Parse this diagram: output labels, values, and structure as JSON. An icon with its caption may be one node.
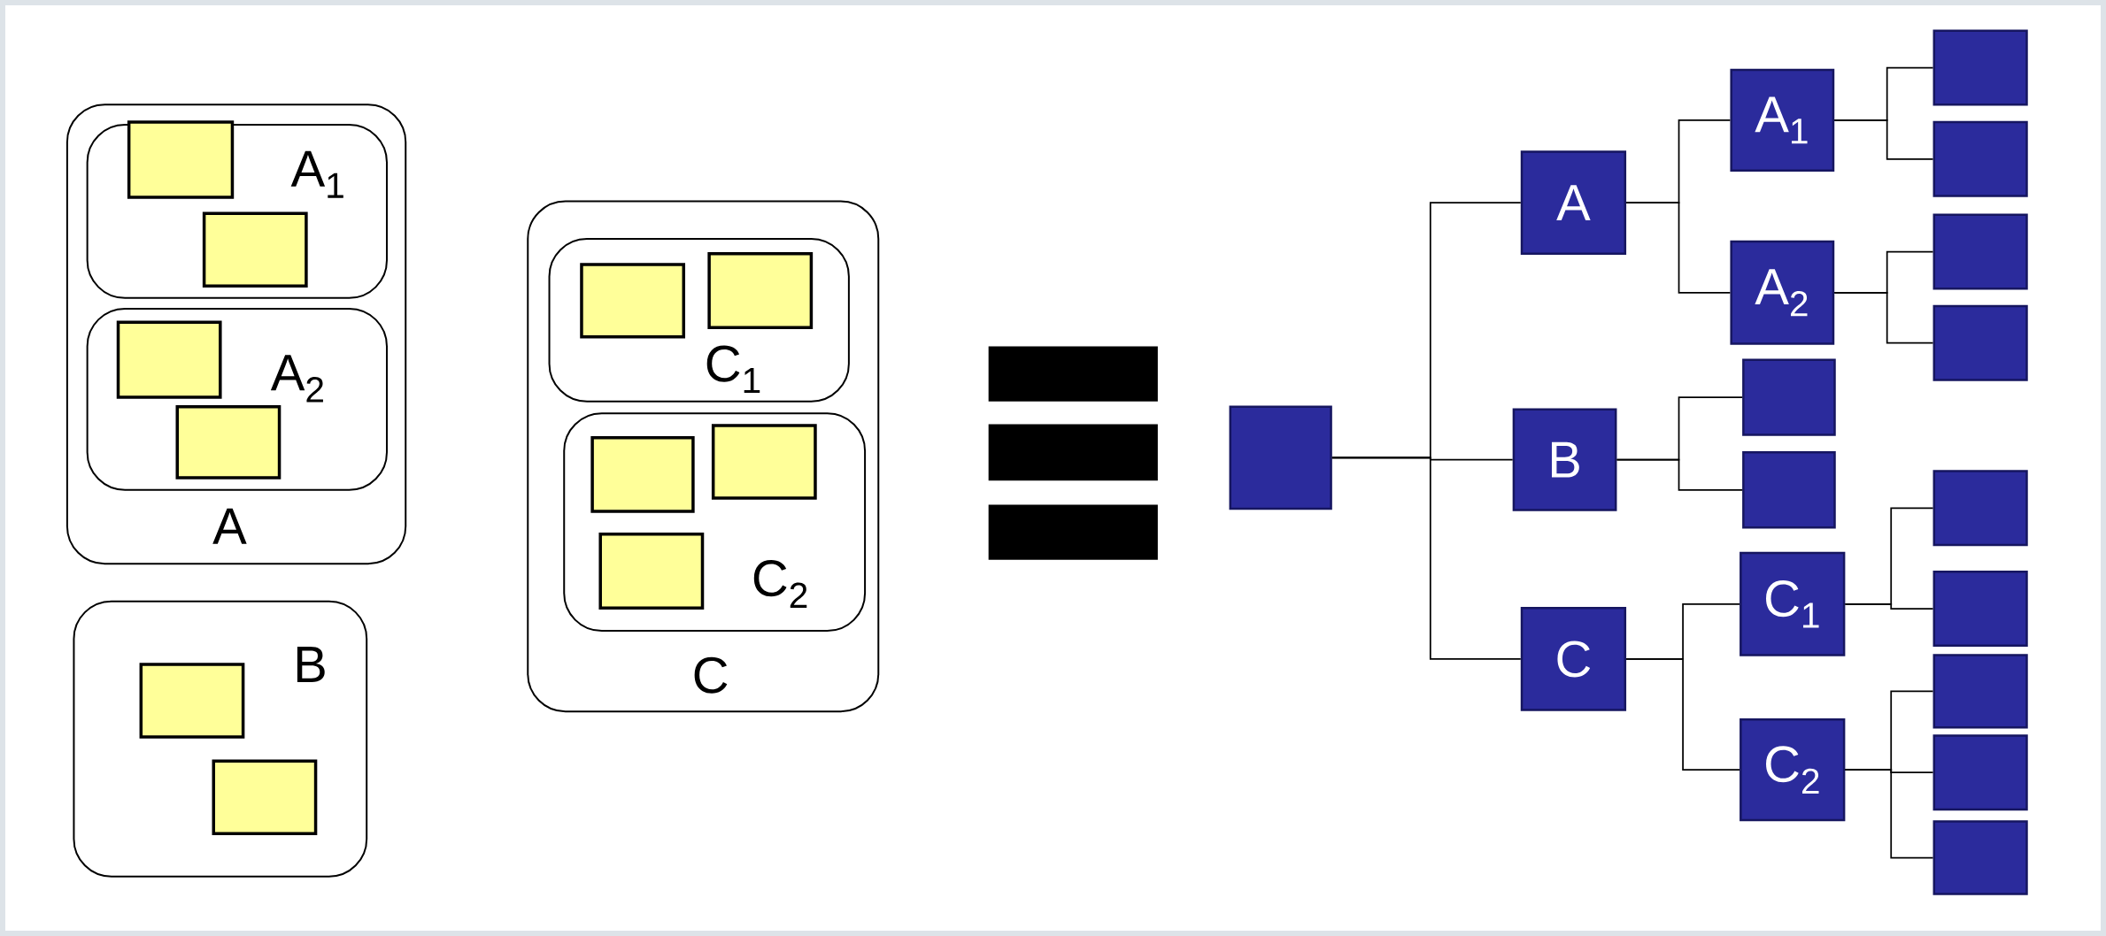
{
  "diagram": {
    "nodes": [
      {
        "text": [
          "A"
        ]
      },
      {
        "text": [
          "A$_{1}$"
        ],
        "in": 0
      },
      {
        "text": [],
        "shape": "box",
        "in": 1
      },
      {
        "text": [],
        "shape": "box",
        "in": 1
      },
      {
        "text": [
          "A$_{2}$"
        ],
        "in": 0
      },
      {
        "text": [],
        "shape": "box",
        "in": 4
      },
      {
        "text": [],
        "shape": "box",
        "in": 4
      },
      {
        "text": [
          "B"
        ]
      },
      {
        "text": [],
        "shape": "box",
        "in": 7
      },
      {
        "text": [],
        "shape": "box",
        "in": 7
      },
      {
        "text": [
          "C"
        ]
      },
      {
        "text": [
          "C$_{1}$"
        ],
        "in": 10
      },
      {
        "text": [],
        "shape": "box",
        "in": 11
      },
      {
        "text": [],
        "shape": "box",
        "in": 11
      },
      {
        "text": [
          "C$_{2}$"
        ],
        "in": 10
      },
      {
        "text": [],
        "shape": "box",
        "in": 14
      },
      {
        "text": [],
        "shape": "box",
        "in": 14
      },
      {
        "text": [],
        "shape": "box",
        "in": 14
      },
      {
        "text": [],
        "shape": "box"
      },
      {
        "text": [
          "A"
        ]
      },
      {
        "text": [
          "B"
        ]
      },
      {
        "text": [
          "C"
        ]
      },
      {
        "text": [
          "A$_{1}$"
        ]
      },
      {
        "text": [
          "A$_{2}$"
        ]
      },
      {
        "text": [],
        "shape": "box"
      },
      {
        "text": [],
        "shape": "box"
      },
      {
        "text": [],
        "shape": "box"
      },
      {
        "text": [],
        "shape": "box"
      },
      {
        "text": [],
        "shape": "box"
      },
      {
        "text": [],
        "shape": "box"
      },
      {
        "text": [
          "C$_{1}$"
        ]
      },
      {
        "text": [
          "C$_{2}$"
        ]
      },
      {
        "text": [],
        "shape": "box"
      },
      {
        "text": [],
        "shape": "box"
      },
      {
        "text": [],
        "shape": "box"
      },
      {
        "text": [],
        "shape": "box"
      },
      {
        "text": [],
        "shape": "box"
      }
    ],
    "edges": [
      {
        "from": 18,
        "to": 19,
        "arrow": "none"
      },
      {
        "from": 18,
        "to": 20,
        "arrow": "none"
      },
      {
        "from": 18,
        "to": 21,
        "arrow": "none"
      },
      {
        "from": 19,
        "to": 22,
        "arrow": "none"
      },
      {
        "from": 19,
        "to": 23,
        "arrow": "none"
      },
      {
        "from": 22,
        "to": 24,
        "arrow": "none"
      },
      {
        "from": 22,
        "to": 25,
        "arrow": "none"
      },
      {
        "from": 23,
        "to": 26,
        "arrow": "none"
      },
      {
        "from": 23,
        "to": 27,
        "arrow": "none"
      },
      {
        "from": 20,
        "to": 28,
        "arrow": "none"
      },
      {
        "from": 20,
        "to": 29,
        "arrow": "none"
      },
      {
        "from": 21,
        "to": 30,
        "arrow": "none"
      },
      {
        "from": 21,
        "to": 31,
        "arrow": "none"
      },
      {
        "from": 30,
        "to": 32,
        "arrow": "none"
      },
      {
        "from": 30,
        "to": 33,
        "arrow": "none"
      },
      {
        "from": 31,
        "to": 34,
        "arrow": "none"
      },
      {
        "from": 31,
        "to": 35,
        "arrow": "none"
      },
      {
        "from": 31,
        "to": 36,
        "arrow": "none"
      }
    ]
  }
}
